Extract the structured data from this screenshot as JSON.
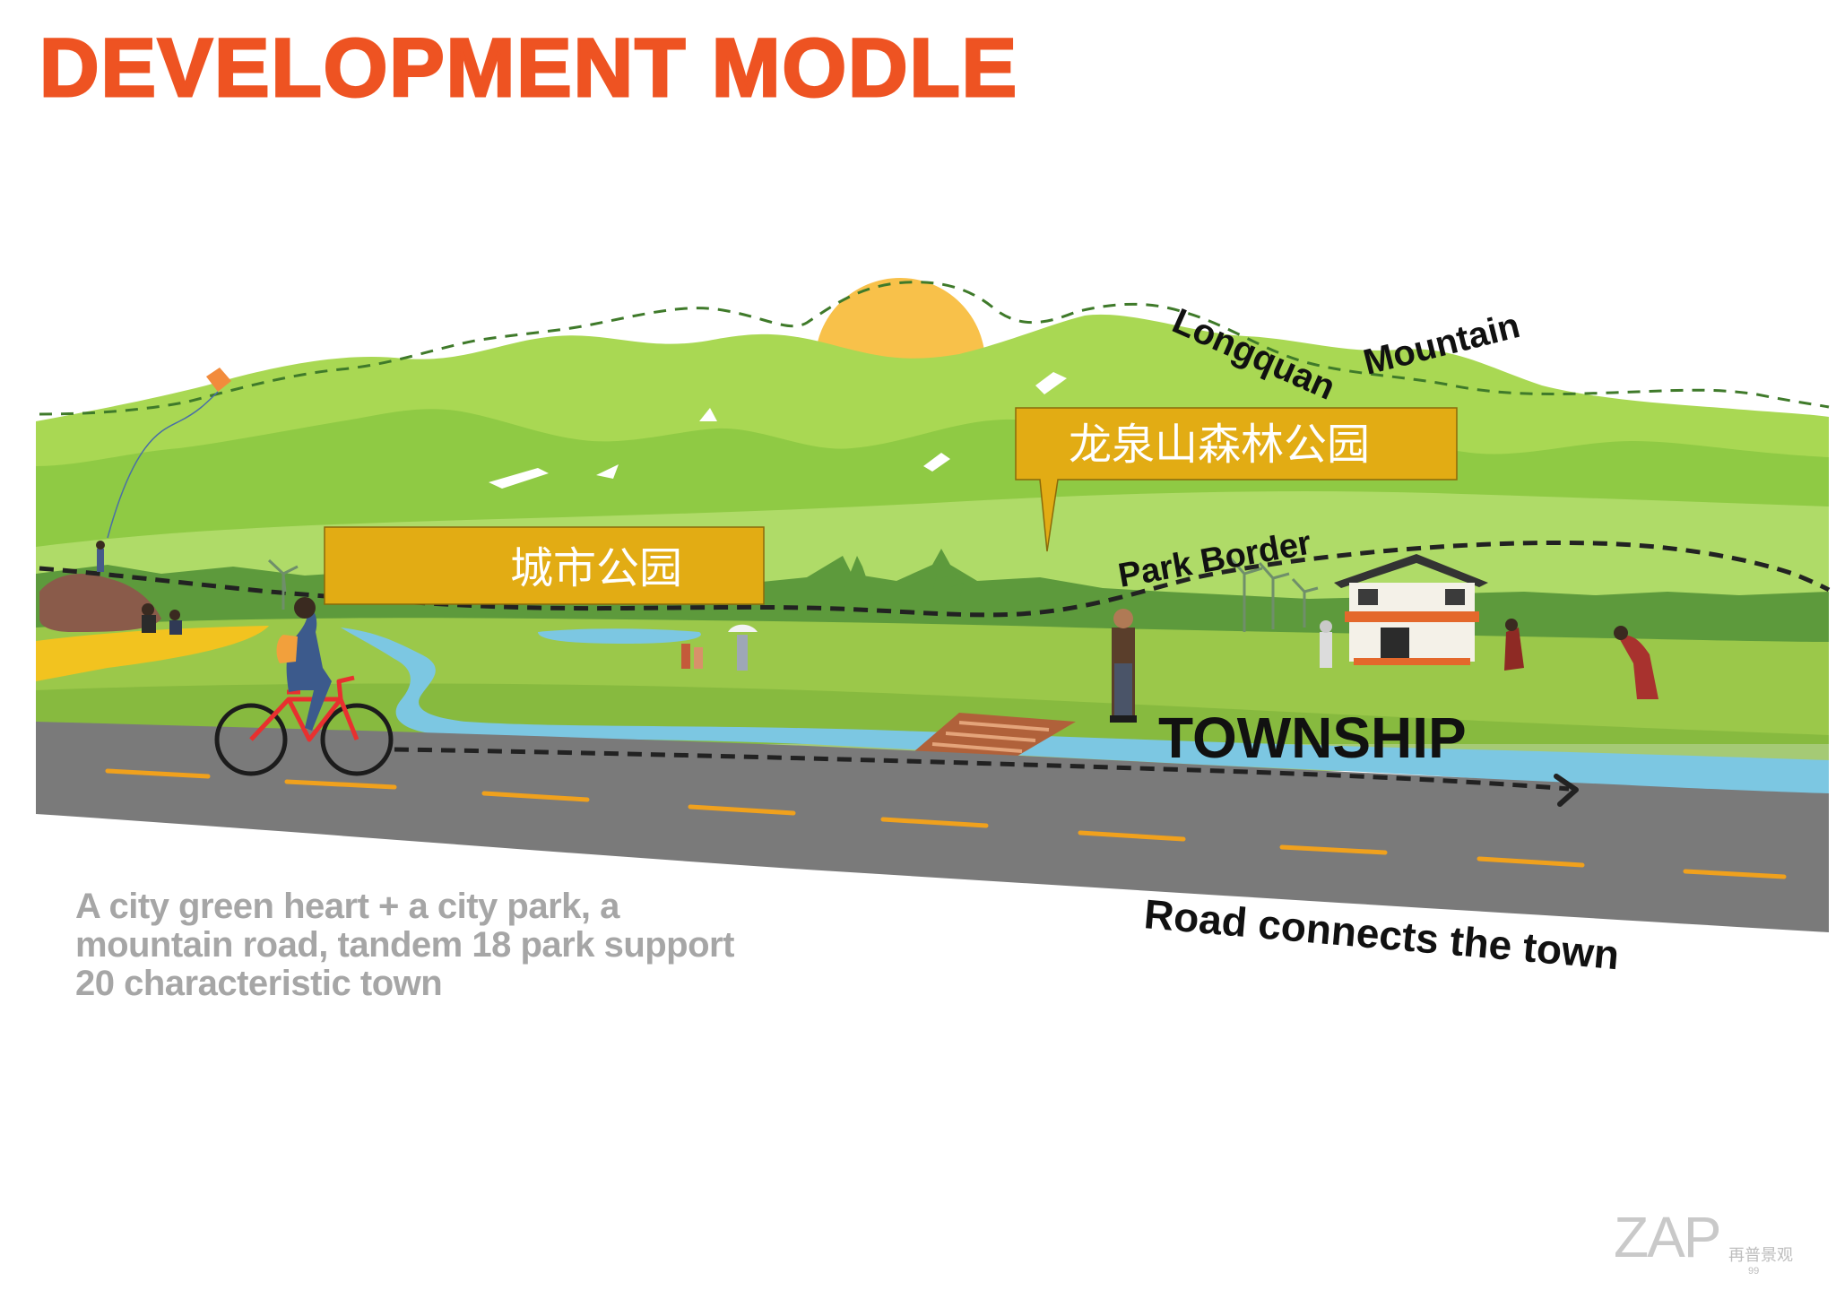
{
  "title": "DEVELOPMENT MODLE",
  "colors": {
    "title": "#ee5322",
    "accent_box": "#e2ac14",
    "mountain_light": "#a9d853",
    "mountain_mid": "#8fca44",
    "meadow": "#9bc84a",
    "river": "#7cc7e2",
    "road": "#7a7a7a",
    "road_dash": "#f0a11d",
    "sun": "#f8c14a",
    "description": "#a6a6a6"
  },
  "labels": {
    "mountain_part1": "Longquan",
    "mountain_part2": "Mountain",
    "forest_park_cn": "龙泉山森林公园",
    "city_park_cn": "城市公园",
    "park_border": "Park Border",
    "township": "TOWNSHIP",
    "road": "Road connects the town"
  },
  "description": {
    "line1": "A city green heart + a city park, a",
    "line2": "mountain road, tandem 18 park support",
    "line3": "20 characteristic town"
  },
  "logo": {
    "mark": "ZAP",
    "cn": "再普景观",
    "page": "99"
  },
  "icons": [
    "sun-icon",
    "kite-icon",
    "bicycle-icon",
    "house-icon",
    "wind-turbine-icon",
    "bridge-icon",
    "arrow-icon"
  ]
}
